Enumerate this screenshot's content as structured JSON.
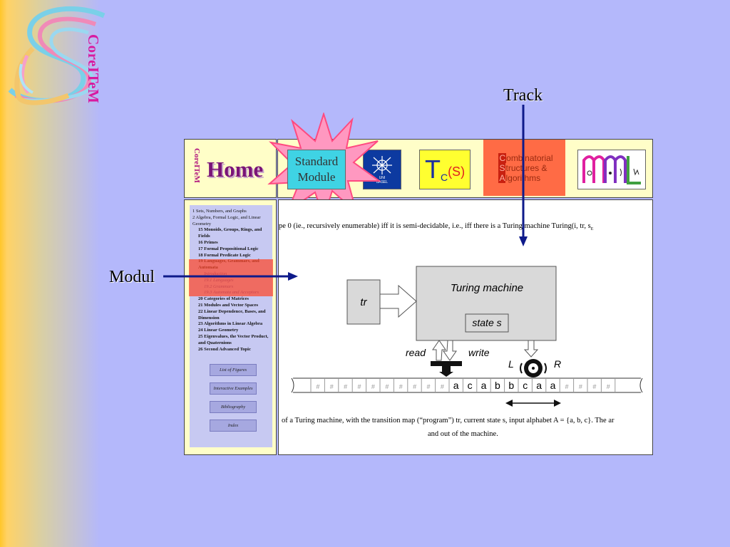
{
  "brand": {
    "name": "CoreITeM"
  },
  "callouts": {
    "track": "Track",
    "modul": "Modul"
  },
  "header": {
    "side_brand": "CoreITeM",
    "home": "Home",
    "standard_module": [
      "Standard",
      "Module"
    ],
    "unibasel": [
      "UNI",
      "BASEL"
    ],
    "tcs": {
      "T": "T",
      "c": "C",
      "s": "(S)"
    },
    "csa": [
      "ombinatorial",
      "tructures &",
      "lgorithms"
    ],
    "csa_letters": [
      "C",
      "S",
      "A"
    ],
    "mml": "mmL"
  },
  "toc": [
    {
      "num": "1",
      "label": "Sets, Numbers, and Graphs",
      "level": 0
    },
    {
      "num": "2",
      "label": "Algebra, Formal Logic, and Linear Geometry",
      "level": 0
    },
    {
      "num": "15",
      "label": "Monoids, Groups, Rings, and Fields",
      "level": 1
    },
    {
      "num": "16",
      "label": "Primes",
      "level": 1
    },
    {
      "num": "17",
      "label": "Formal Propositional Logic",
      "level": 1
    },
    {
      "num": "18",
      "label": "Formal Predicate Logic",
      "level": 1
    },
    {
      "num": "19",
      "label": "Languages, Grammars, and Automata",
      "level": 1
    },
    {
      "num": "",
      "label": "Introduction",
      "level": 2
    },
    {
      "num": "19.1",
      "label": "Languages",
      "level": 2
    },
    {
      "num": "19.2",
      "label": "Grammars",
      "level": 2
    },
    {
      "num": "19.3",
      "label": "Automata and Acceptors",
      "level": 2
    },
    {
      "num": "20",
      "label": "Categories of Matrices",
      "level": 1
    },
    {
      "num": "21",
      "label": "Modules and Vector Spaces",
      "level": 1
    },
    {
      "num": "22",
      "label": "Linear Dependence, Bases, and Dimension",
      "level": 1
    },
    {
      "num": "23",
      "label": "Algorithms in Linear Algebra",
      "level": 1
    },
    {
      "num": "24",
      "label": "Linear Geometry",
      "level": 1
    },
    {
      "num": "25",
      "label": "Eigenvalues, the Vector Product, and Quaternions",
      "level": 1
    },
    {
      "num": "26",
      "label": "Second Advanced Topic",
      "level": 1
    }
  ],
  "side_buttons": [
    "List of Figures",
    "Interactive Examples",
    "Bibliography",
    "Index"
  ],
  "content": {
    "top_line": "pe 0 (ie., recursively enumerable) iff it is semi-decidable, i.e., iff there is a Turing machine Turing(i, tr, s",
    "top_line_sub": "E",
    "caption1": "of a Turing machine, with the transition map (“program”) tr, current state s, input alphabet A = {a, b, c}. The ar",
    "caption2": "and out of the machine.",
    "diagram": {
      "tr": "tr",
      "machine": "Turing machine",
      "state": "state s",
      "read": "read",
      "write": "write",
      "L": "L",
      "R": "R",
      "tape": [
        "#",
        "#",
        "#",
        "#",
        "#",
        "#",
        "#",
        "#",
        "#",
        "#",
        "a",
        "c",
        "a",
        "b",
        "b",
        "c",
        "a",
        "a",
        "#",
        "#",
        "#",
        "#"
      ]
    }
  }
}
